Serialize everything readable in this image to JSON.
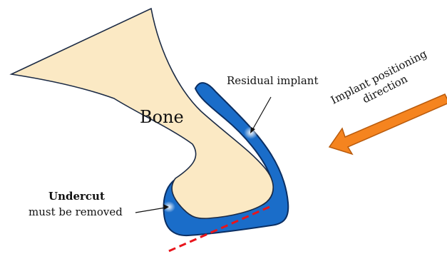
{
  "labels": {
    "bone": "Bone",
    "residual_implant": "Residual implant",
    "undercut_title": "Undercut",
    "undercut_sub": "must be removed",
    "direction_line1": "Implant positioning",
    "direction_line2": "direction"
  },
  "colors": {
    "bone_fill": "#fbe9c4",
    "bone_outline": "#1c2b45",
    "implant_fill": "#1a6dc9",
    "implant_outline": "#0b2f63",
    "arrow_fill": "#f5841f",
    "arrow_outline": "#b85a0c",
    "cut_line": "#e8141b"
  }
}
